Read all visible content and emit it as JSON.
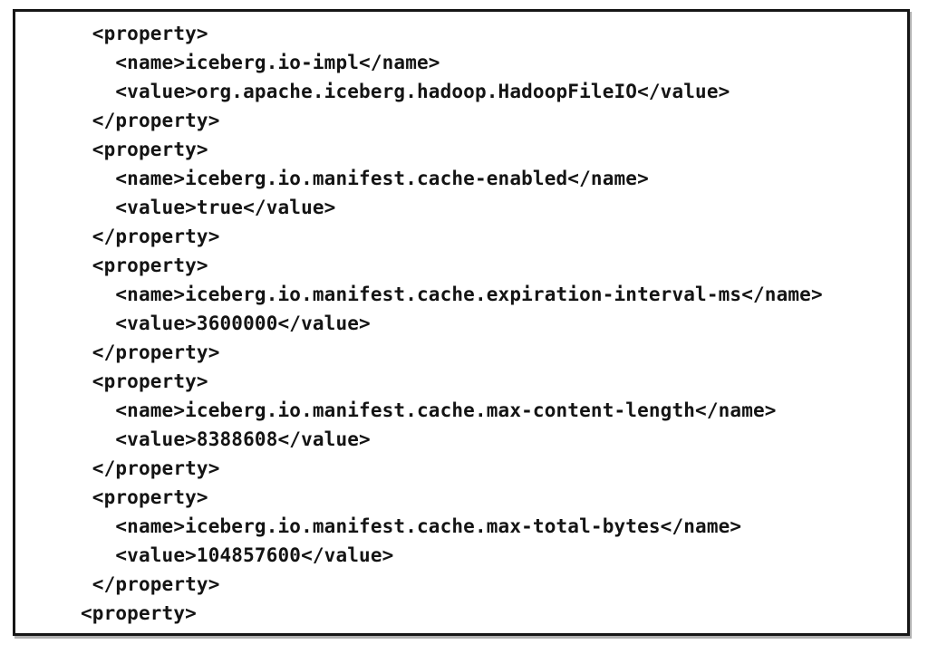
{
  "document": {
    "kind": "xml-configuration-listing",
    "language": "xml"
  },
  "colors": {
    "background": "#ffffff",
    "border": "#161616",
    "text": "#141414",
    "shadow": "#6e6e6e"
  },
  "code": {
    "lines": [
      " <property>",
      "   <name>iceberg.io-impl</name>",
      "   <value>org.apache.iceberg.hadoop.HadoopFileIO</value>",
      " </property>",
      " <property>",
      "   <name>iceberg.io.manifest.cache-enabled</name>",
      "   <value>true</value>",
      " </property>",
      " <property>",
      "   <name>iceberg.io.manifest.cache.expiration-interval-ms</name>",
      "   <value>3600000</value>",
      " </property>",
      " <property>",
      "   <name>iceberg.io.manifest.cache.max-content-length</name>",
      "   <value>8388608</value>",
      " </property>",
      " <property>",
      "   <name>iceberg.io.manifest.cache.max-total-bytes</name>",
      "   <value>104857600</value>",
      " </property>",
      "<property>"
    ]
  },
  "xml_properties": [
    {
      "name": "iceberg.io-impl",
      "value": "org.apache.iceberg.hadoop.HadoopFileIO"
    },
    {
      "name": "iceberg.io.manifest.cache-enabled",
      "value": "true"
    },
    {
      "name": "iceberg.io.manifest.cache.expiration-interval-ms",
      "value": "3600000"
    },
    {
      "name": "iceberg.io.manifest.cache.max-content-length",
      "value": "8388608"
    },
    {
      "name": "iceberg.io.manifest.cache.max-total-bytes",
      "value": "104857600"
    }
  ],
  "trailing_partial_tag": "<property>"
}
